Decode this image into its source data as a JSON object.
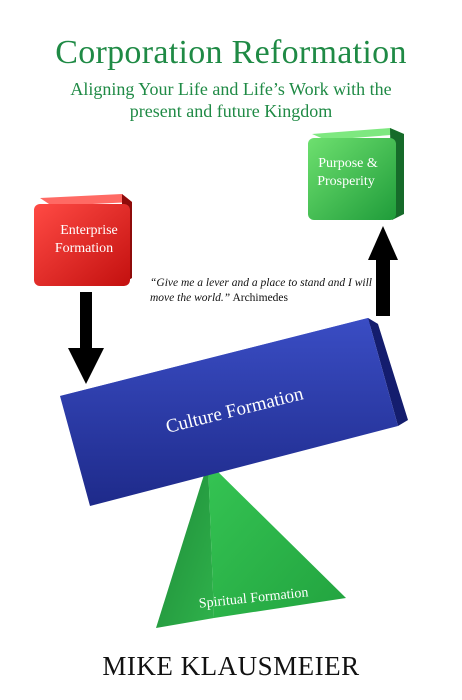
{
  "cover": {
    "title": "Corporation Reformation",
    "subtitle_line1": "Aligning Your Life and Life’s Work with the",
    "subtitle_line2": "present and future Kingdom",
    "quote_text": "“Give me a lever and a place to stand and I will move the world.”",
    "quote_author": "Archimedes",
    "author": "MIKE KLAUSMEIER"
  },
  "blocks": {
    "red_line1": "Enterprise",
    "red_line2": "Formation",
    "green_line1": "Purpose &",
    "green_line2": "Prosperity",
    "lever": "Culture Formation",
    "fulcrum": "Spiritual Formation"
  },
  "colors": {
    "title_green": "#1f8a45",
    "red_cube": "#e0201f",
    "green_cube": "#2fb34a",
    "blue_lever": "#2b3aa8",
    "pyramid_green": "#25a144"
  }
}
